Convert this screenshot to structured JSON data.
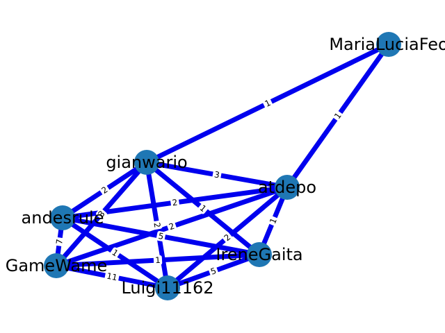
{
  "graph": {
    "edge_color": "#0000ee",
    "node_color": "#1f77b4",
    "nodes": [
      {
        "id": "MariaLuciaFeo",
        "label": "MariaLuciaFeo"
      },
      {
        "id": "gianwario",
        "label": "gianwario"
      },
      {
        "id": "atdepo",
        "label": "atdepo"
      },
      {
        "id": "andesrule",
        "label": "andesrule"
      },
      {
        "id": "IreneGaita",
        "label": "IreneGaita"
      },
      {
        "id": "GameWame",
        "label": "GameWame"
      },
      {
        "id": "Luigi11162",
        "label": "Luigi11162"
      }
    ],
    "edges": [
      {
        "source": "MariaLuciaFeo",
        "target": "gianwario",
        "weight": "1"
      },
      {
        "source": "MariaLuciaFeo",
        "target": "atdepo",
        "weight": "1"
      },
      {
        "source": "gianwario",
        "target": "atdepo",
        "weight": "3"
      },
      {
        "source": "gianwario",
        "target": "andesrule",
        "weight": "2"
      },
      {
        "source": "gianwario",
        "target": "IreneGaita",
        "weight": "1"
      },
      {
        "source": "gianwario",
        "target": "Luigi11162",
        "weight": "2"
      },
      {
        "source": "gianwario",
        "target": "GameWame",
        "weight": "3"
      },
      {
        "source": "atdepo",
        "target": "andesrule",
        "weight": "2"
      },
      {
        "source": "atdepo",
        "target": "IreneGaita",
        "weight": "1"
      },
      {
        "source": "atdepo",
        "target": "GameWame",
        "weight": "2"
      },
      {
        "source": "atdepo",
        "target": "Luigi11162",
        "weight": "2"
      },
      {
        "source": "andesrule",
        "target": "IreneGaita",
        "weight": "5"
      },
      {
        "source": "andesrule",
        "target": "GameWame",
        "weight": "7"
      },
      {
        "source": "andesrule",
        "target": "Luigi11162",
        "weight": "1"
      },
      {
        "source": "GameWame",
        "target": "IreneGaita",
        "weight": "1"
      },
      {
        "source": "GameWame",
        "target": "Luigi11162",
        "weight": "11"
      },
      {
        "source": "IreneGaita",
        "target": "Luigi11162",
        "weight": "5"
      }
    ]
  }
}
